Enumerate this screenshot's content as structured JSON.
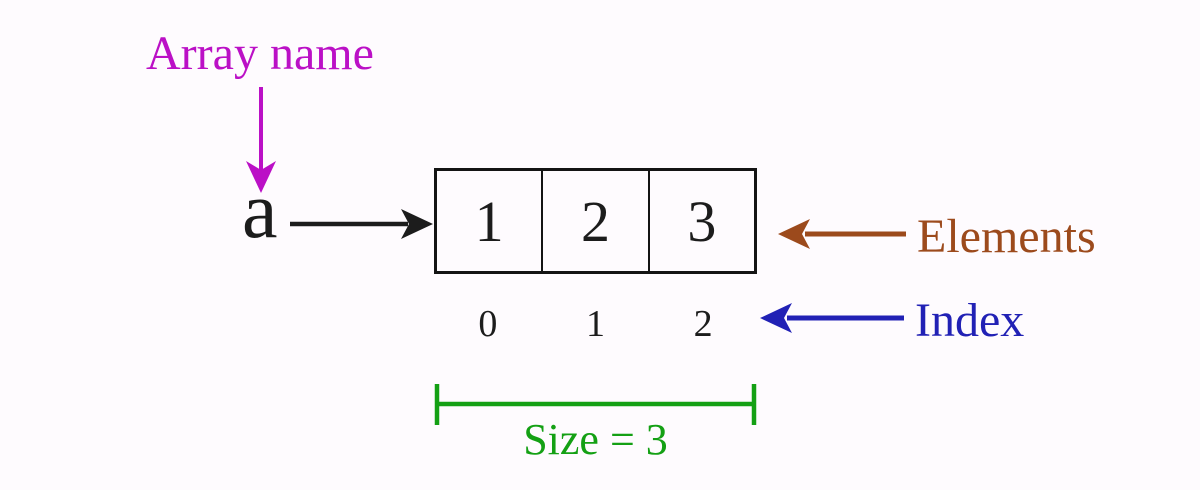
{
  "colors": {
    "background": "#FEFBFE",
    "magenta": "#BB10C6",
    "ink": "#1C1C1C",
    "brown": "#9C4A1C",
    "blue": "#2121B5",
    "green": "#14A014"
  },
  "diagram": {
    "array_name_label": "Array name",
    "variable_name": "a",
    "elements_label": "Elements",
    "index_label": "Index",
    "size_label": "Size = 3",
    "elements": [
      "1",
      "2",
      "3"
    ],
    "indices": [
      "0",
      "1",
      "2"
    ]
  }
}
